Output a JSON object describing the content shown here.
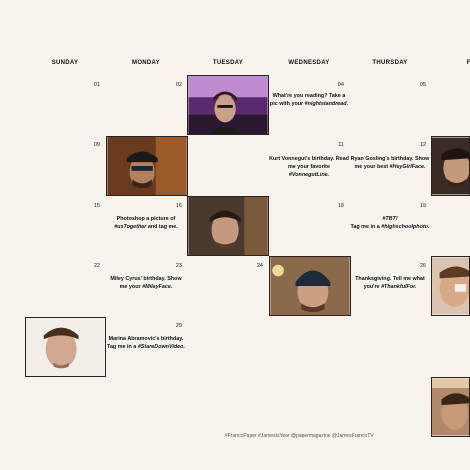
{
  "days": [
    "SUNDAY",
    "MONDAY",
    "TUESDAY",
    "WEDNESDAY",
    "THURSDAY",
    "FR"
  ],
  "dates": [
    "01",
    "02",
    "04",
    "05",
    "09",
    "11",
    "12",
    "15",
    "16",
    "18",
    "19",
    "22",
    "23",
    "24",
    "26",
    "29"
  ],
  "notes": {
    "n04": {
      "text": "What're you reading? Take a pic with your",
      "tag": "#nightstandread."
    },
    "n11": {
      "text": "Kurt Vonnegut's birthday. Read me your favorite",
      "tag": "#VonnegutLine."
    },
    "n12": {
      "text": "Ryan Gosling's birthday. Show me your best",
      "tag": "#HeyGirlFace."
    },
    "n16": {
      "text": "Photoshop a picture of",
      "tag": "#usTogether",
      "tail": "and tag me."
    },
    "n19": {
      "text": "",
      "tag": "#TBT!",
      "tail2": "Tag me in a",
      "tag2": "#highschoolphoto."
    },
    "n23": {
      "text": "Miley Cyrus' birthday. Show me your",
      "tag": "#MileyFace."
    },
    "n26": {
      "text": "Thanksgiving. Tell me what you're",
      "tag": "#ThankfulFor."
    },
    "n30": {
      "text": "Marina Abramovic's birthday. Tag me in a",
      "tag": "#StareDownVideo."
    }
  },
  "footer": "#FrancoPaper #JamesIsYear @papermagazine @JamesFrancoTV",
  "colors": {
    "background": "#f7f4ee",
    "text": "#111111"
  }
}
